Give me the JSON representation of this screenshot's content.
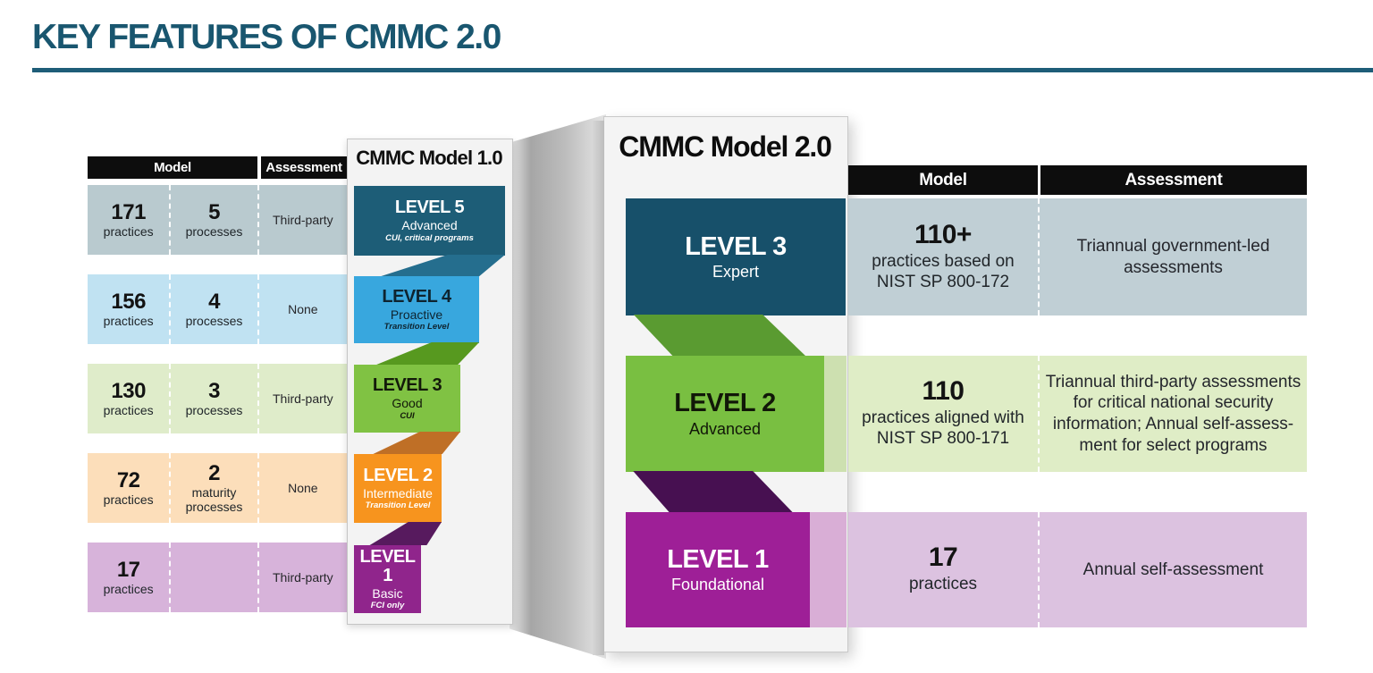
{
  "title": "KEY FEATURES OF CMMC 2.0",
  "palette": {
    "title_teal": "#19566F",
    "underline_teal": "#1E5D78",
    "header_black": "#0D0D0D",
    "left_rows": [
      "#B9CACF",
      "#C0E2F2",
      "#DFECCA",
      "#FCDEBA",
      "#D7B3DA"
    ],
    "right_rows": [
      "#C0CFD5",
      "#DFEDC6",
      "#DCC2E0"
    ],
    "m1_level_colors": [
      "#1D5D77",
      "#38A7DE",
      "#80C243",
      "#F7941E",
      "#90258C"
    ],
    "m1_ribbon_colors": [
      "#256E8E",
      "#57991F",
      "#BF6F26",
      "#571A5E"
    ],
    "m2_level_colors": [
      "#17506A",
      "#79BF41",
      "#9E1F97"
    ],
    "m2_ribbon_colors": [
      "#5A9B31",
      "#471051"
    ]
  },
  "left_table": {
    "header_model": "Model",
    "header_assessment": "Assessment",
    "rows": [
      {
        "practices_num": "171",
        "practices_label": "practices",
        "processes_num": "5",
        "processes_label": "processes",
        "assessment": "Third-party"
      },
      {
        "practices_num": "156",
        "practices_label": "practices",
        "processes_num": "4",
        "processes_label": "processes",
        "assessment": "None"
      },
      {
        "practices_num": "130",
        "practices_label": "practices",
        "processes_num": "3",
        "processes_label": "processes",
        "assessment": "Third-party"
      },
      {
        "practices_num": "72",
        "practices_label": "practices",
        "processes_num": "2",
        "processes_label": "maturity\nprocesses",
        "assessment": "None"
      },
      {
        "practices_num": "17",
        "practices_label": "practices",
        "processes_num": "",
        "processes_label": "",
        "assessment": "Third-party"
      }
    ]
  },
  "model1": {
    "title": "CMMC Model 1.0",
    "levels": [
      {
        "name": "LEVEL 5",
        "tier": "Advanced",
        "note": "CUI, critical programs"
      },
      {
        "name": "LEVEL 4",
        "tier": "Proactive",
        "note": "Transition Level"
      },
      {
        "name": "LEVEL 3",
        "tier": "Good",
        "note": "CUI"
      },
      {
        "name": "LEVEL 2",
        "tier": "Intermediate",
        "note": "Transition Level"
      },
      {
        "name": "LEVEL 1",
        "tier": "Basic",
        "note": "FCI only"
      }
    ]
  },
  "model2": {
    "title": "CMMC Model 2.0",
    "levels": [
      {
        "name": "LEVEL 3",
        "tier": "Expert"
      },
      {
        "name": "LEVEL 2",
        "tier": "Advanced"
      },
      {
        "name": "LEVEL 1",
        "tier": "Foundational"
      }
    ]
  },
  "right_table": {
    "header_model": "Model",
    "header_assessment": "Assessment",
    "rows": [
      {
        "model_num": "110+",
        "model_desc": "practices based on\nNIST SP 800-172",
        "assessment": "Triannual government-led\nassessments"
      },
      {
        "model_num": "110",
        "model_desc": "practices aligned with\nNIST SP 800-171",
        "assessment": "Triannual third-party assessments\nfor critical national security\ninformation; Annual self-assess-\nment for select programs"
      },
      {
        "model_num": "17",
        "model_desc": "practices",
        "assessment": "Annual self-assessment"
      }
    ]
  }
}
